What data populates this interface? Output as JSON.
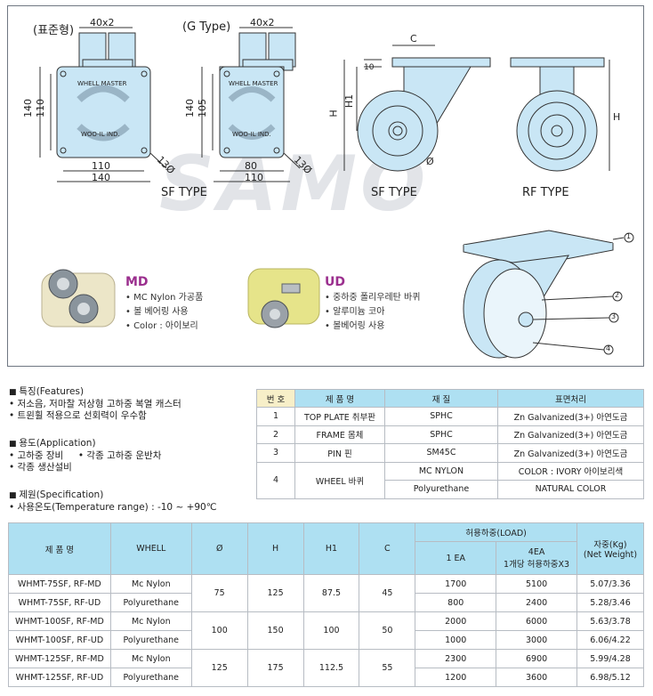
{
  "drawing": {
    "std_label": "(표준형)",
    "g_label": "(G Type)",
    "dim_40x2": "40x2",
    "std": {
      "h140": "140",
      "h110": "110",
      "w110": "110",
      "w140": "140",
      "hole": "13Ø",
      "plate_top": "WHELL MASTER",
      "plate_bottom": "WOO-IL IND."
    },
    "g": {
      "h140": "140",
      "h105": "105",
      "w80": "80",
      "w110": "110",
      "hole": "13Ø",
      "plate_top": "WHELL MASTER",
      "plate_bottom": "WOO-IL IND."
    },
    "sf_type_label": "SF TYPE",
    "side": {
      "c": "C",
      "ten": "10",
      "h1": "H1",
      "h": "H",
      "phi": "Ø",
      "label": "SF TYPE"
    },
    "rf": {
      "h": "H",
      "label": "RF TYPE"
    },
    "callouts": [
      "1",
      "2",
      "3",
      "4"
    ],
    "watermark": "SAMO"
  },
  "wheels": {
    "md": {
      "title": "MD",
      "items": [
        "MC Nylon 가공품",
        "볼 베어링 사용",
        "Color : 아이보리"
      ]
    },
    "ud": {
      "title": "UD",
      "items": [
        "중하중 폴리우레탄 바퀴",
        "알루미늄 코아",
        "볼베어링 사용"
      ]
    }
  },
  "features": {
    "title": "특징(Features)",
    "items": [
      "저소음, 저마찰 저상형 고하중 복열 캐스터",
      "트윈휠 적용으로 선회력이 우수함"
    ]
  },
  "application": {
    "title": "용도(Application)",
    "items": [
      "고하중 장비",
      "각종 고하중 운반차",
      "각종 생산설비"
    ]
  },
  "spec": {
    "title": "제원(Specification)",
    "temp": "사용온도(Temperature range) : -10 ~ +90℃"
  },
  "parts_table": {
    "headers": [
      "번 호",
      "제 품 명",
      "재 질",
      "표면처리"
    ],
    "rows": [
      [
        "1",
        "TOP PLATE 취부판",
        "SPHC",
        "Zn Galvanized(3+) 아연도금"
      ],
      [
        "2",
        "FRAME 몸체",
        "SPHC",
        "Zn Galvanized(3+) 아연도금"
      ],
      [
        "3",
        "PIN 핀",
        "SM45C",
        "Zn Galvanized(3+) 아연도금"
      ]
    ],
    "wheel_row": {
      "no": "4",
      "name": "WHEEL 바퀴",
      "sub": [
        [
          "MC NYLON",
          "COLOR : IVORY 아이보리색"
        ],
        [
          "Polyurethane",
          "NATURAL COLOR"
        ]
      ]
    }
  },
  "spec_table": {
    "headers": {
      "name": "제 품 명",
      "whell": "WHELL",
      "phi": "Ø",
      "h": "H",
      "h1": "H1",
      "c": "C",
      "load": "허용하중(LOAD)",
      "load_1ea": "1 EA",
      "load_4ea_1": "4EA",
      "load_4ea_2": "1개당 허용하중X3",
      "weight_1": "자중(Kg)",
      "weight_2": "(Net Weight)"
    },
    "groups": [
      {
        "phi": "75",
        "h": "125",
        "h1": "87.5",
        "c": "45",
        "rows": [
          {
            "name": "WHMT-75SF, RF-MD",
            "whell": "Mc Nylon",
            "l1": "1700",
            "l4": "5100",
            "w": "5.07/3.36"
          },
          {
            "name": "WHMT-75SF, RF-UD",
            "whell": "Polyurethane",
            "l1": "800",
            "l4": "2400",
            "w": "5.28/3.46"
          }
        ]
      },
      {
        "phi": "100",
        "h": "150",
        "h1": "100",
        "c": "50",
        "rows": [
          {
            "name": "WHMT-100SF, RF-MD",
            "whell": "Mc Nylon",
            "l1": "2000",
            "l4": "6000",
            "w": "5.63/3.78"
          },
          {
            "name": "WHMT-100SF, RF-UD",
            "whell": "Polyurethane",
            "l1": "1000",
            "l4": "3000",
            "w": "6.06/4.22"
          }
        ]
      },
      {
        "phi": "125",
        "h": "175",
        "h1": "112.5",
        "c": "55",
        "rows": [
          {
            "name": "WHMT-125SF, RF-MD",
            "whell": "Mc Nylon",
            "l1": "2300",
            "l4": "6900",
            "w": "5.99/4.28"
          },
          {
            "name": "WHMT-125SF, RF-UD",
            "whell": "Polyurethane",
            "l1": "1200",
            "l4": "3600",
            "w": "6.98/5.12"
          }
        ]
      }
    ]
  },
  "colors": {
    "plate": "#c9e6f5",
    "header": "#aee0f2",
    "header_first": "#f7efc8",
    "accent": "#9b2f8e"
  }
}
